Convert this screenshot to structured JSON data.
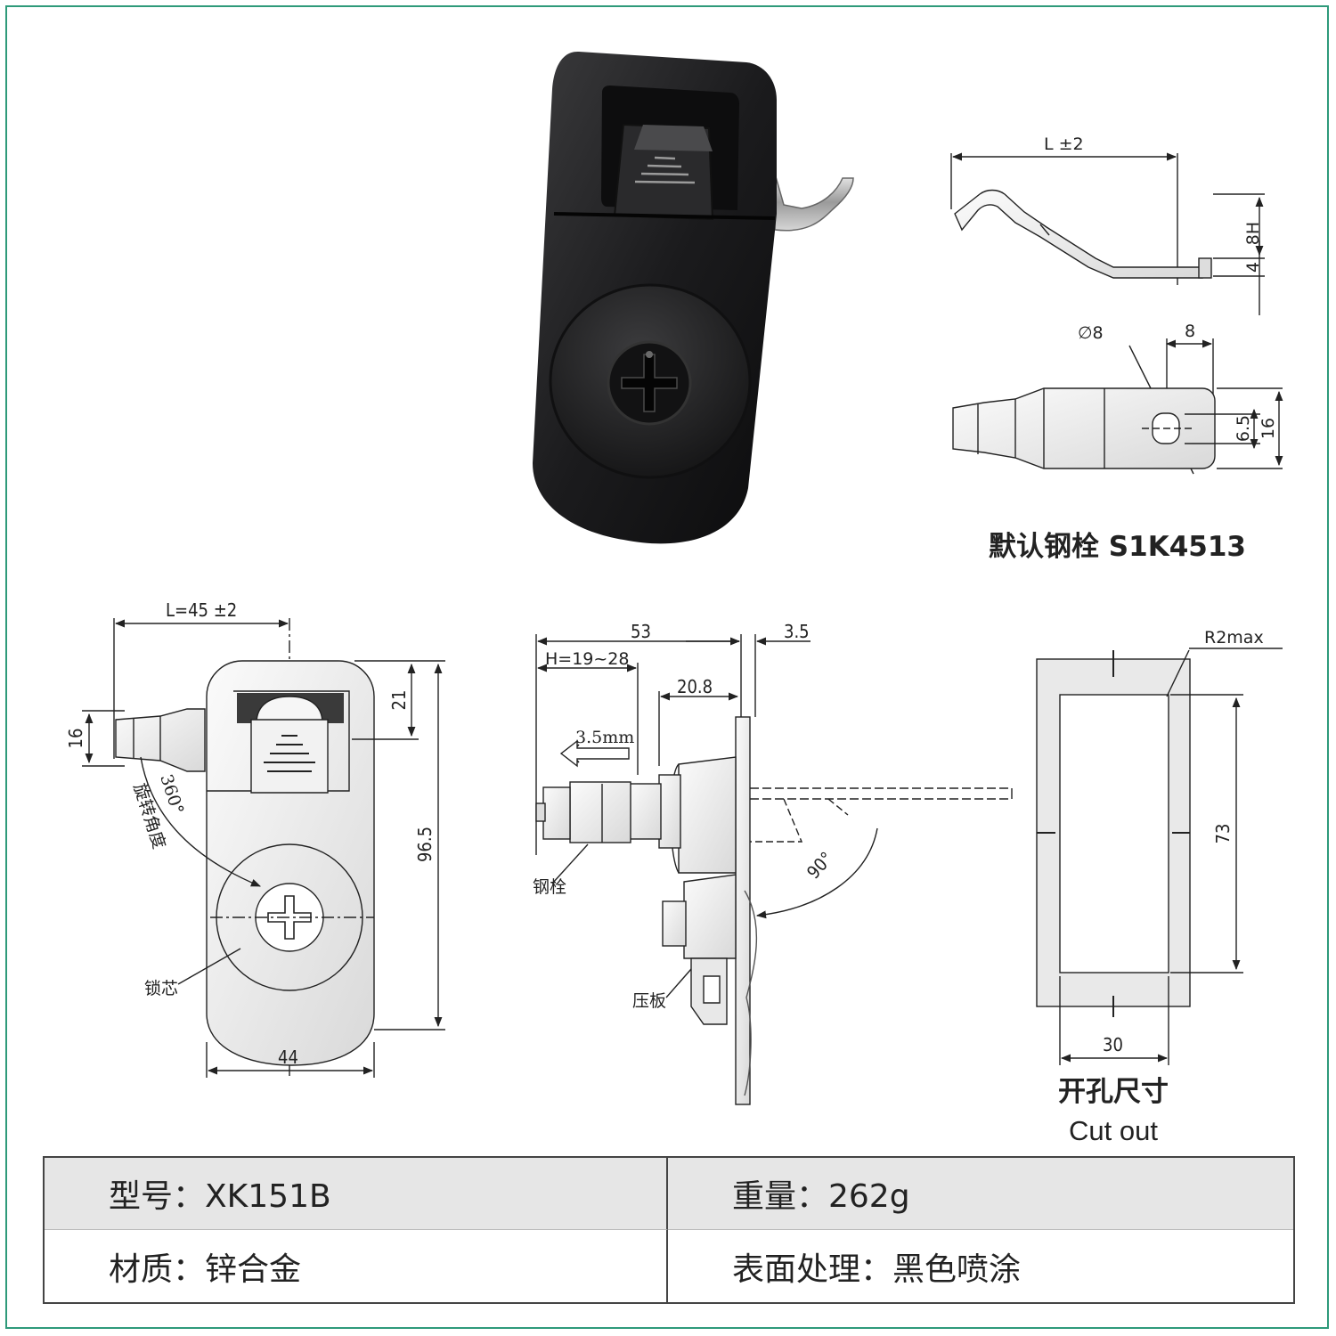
{
  "pin_drawing": {
    "length_label": "L ±2",
    "height_label": "8H",
    "thickness_label": "4",
    "hole_label": "∅8",
    "offset_label": "8",
    "slot_label": "6.5",
    "width_label": "16",
    "caption": "默认钢栓 S1K4513"
  },
  "front_view": {
    "length_label": "L=45 ±2",
    "top_label": "21",
    "pin_label": "16",
    "height_label": "96.5",
    "width_label": "44",
    "rotation_label": "旋转角度",
    "rotation_angle": "360°",
    "core_label": "锁芯"
  },
  "side_view": {
    "overall_label": "53",
    "plate_label": "3.5",
    "range_label": "H=19~28",
    "body_label": "20.8",
    "travel_label": "3.5mm",
    "angle_label": "90°",
    "pin_label": "钢栓",
    "plate_name_label": "压板"
  },
  "cutout": {
    "radius_label": "R2max",
    "height_label": "73",
    "width_label": "30",
    "title_zh": "开孔尺寸",
    "title_en": "Cut out"
  },
  "specs": {
    "model": "型号：XK151B",
    "weight": "重量：262g",
    "material": "材质：锌合金",
    "finish": "表面处理：黑色喷涂"
  }
}
